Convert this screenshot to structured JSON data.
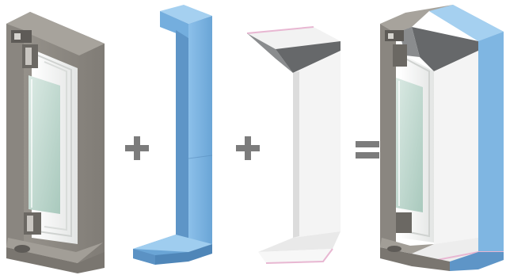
{
  "equation": {
    "items": [
      "window-frame",
      "insulation-wrap",
      "interior-lining",
      "installed-window"
    ],
    "operators": [
      "plus",
      "plus",
      "equals"
    ]
  },
  "colors": {
    "frame_gray": "#8f8c88",
    "frame_dark": "#5e5b57",
    "pvc_white": "#f3f4f2",
    "insulation_blue": "#7fb6e2",
    "insulation_dark": "#5e95c7",
    "lining_white": "#f6f6f6",
    "lining_shadow": "#6a6c6e",
    "accent_pink": "#e8b7d2",
    "glass": "#bfd8cf",
    "operator_gray": "#7c7c7c"
  }
}
